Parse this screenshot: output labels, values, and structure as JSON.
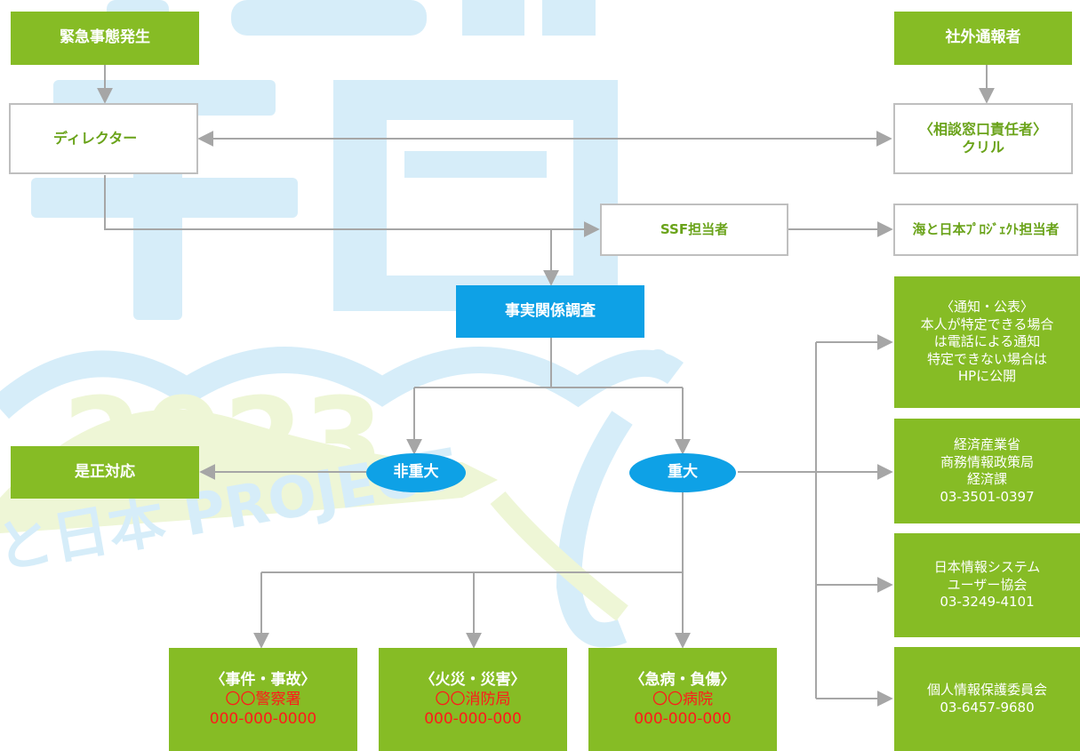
{
  "watermark": {
    "year": "2023",
    "project": "と日本 PROJECT"
  },
  "boxes": {
    "emergency": "緊急事態発生",
    "external_reporter": "社外通報者",
    "director": "ディレクター",
    "consult_line1": "〈相談窓口責任者〉",
    "consult_line2": "クリル",
    "ssf": "SSF担当者",
    "umi_project": "海と日本ﾌﾟﾛｼﾞｪｸﾄ担当者",
    "fact_check": "事実関係調査",
    "not_serious": "非重大",
    "serious": "重大",
    "correction": "是正対応"
  },
  "notify": {
    "line1": "〈通知・公表〉",
    "line2": "本人が特定できる場合",
    "line3": "は電話による通知",
    "line4": "特定できない場合は",
    "line5": "HPに公開"
  },
  "meti": {
    "line1": "経済産業省",
    "line2": "商務情報政策局",
    "line3": "経済課",
    "phone": "03-3501-0397"
  },
  "juas": {
    "line1": "日本情報システム",
    "line2": "ユーザー協会",
    "phone": "03-3249-4101"
  },
  "ppc": {
    "line1": "個人情報保護委員会",
    "phone": "03-6457-9680"
  },
  "emergency_contacts": [
    {
      "title": "〈事件・事故〉",
      "org": "〇〇警察署",
      "phone": "000-000-0000"
    },
    {
      "title": "〈火災・災害〉",
      "org": "〇〇消防局",
      "phone": "000-000-000"
    },
    {
      "title": "〈急病・負傷〉",
      "org": "〇〇病院",
      "phone": "000-000-000"
    }
  ],
  "colors": {
    "green": "#86bc25",
    "blue": "#0ea1e6",
    "line": "#a6a6a6",
    "red_text": "#ff1a1a",
    "watermark_blue": "#d3ecf8",
    "watermark_green": "#eef6d6"
  }
}
